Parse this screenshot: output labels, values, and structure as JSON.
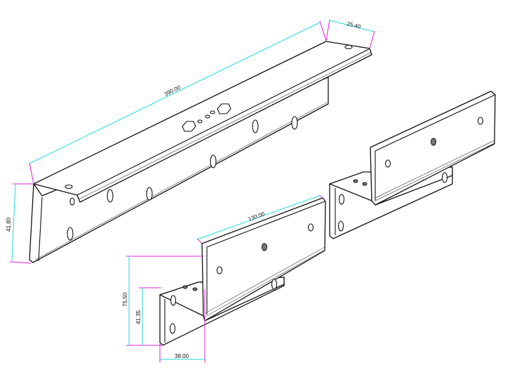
{
  "drawing": {
    "colors": {
      "outline": "#111111",
      "dimension_line": "#1fd8e0",
      "extension_line": "#e020d8"
    },
    "long_bracket": {
      "length_label": "390.00",
      "width_label": "25.40",
      "height_label": "41.80"
    },
    "z_bracket": {
      "length_label": "130.00",
      "total_height_label": "75.50",
      "lower_height_label": "41.35",
      "depth_label": "38.00"
    }
  }
}
